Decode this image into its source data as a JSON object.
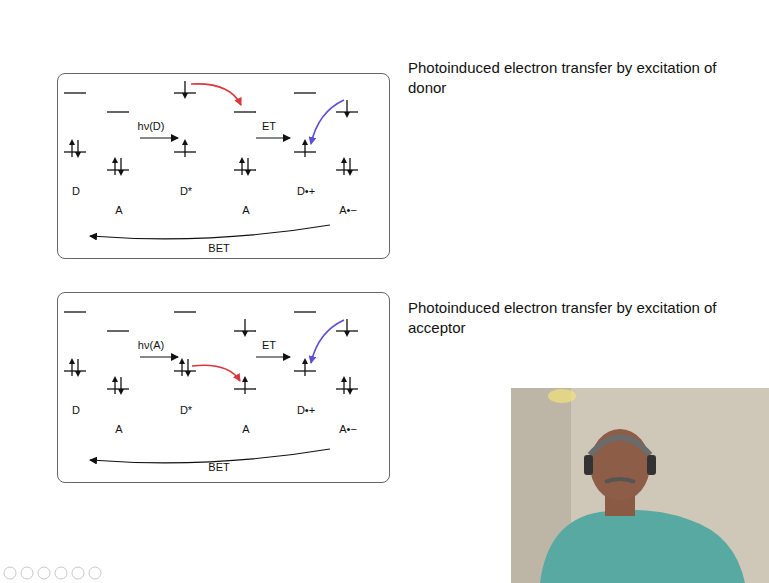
{
  "diagram": {
    "nodes": [
      {
        "text": [
          "hν(D)",
          "ET",
          "D",
          "A",
          "D*",
          "A",
          "D•+",
          "A•−",
          "BET"
        ]
      },
      {
        "text": [
          "hν(A)",
          "ET",
          "D",
          "A",
          "D*",
          "A",
          "D•+",
          "A•−",
          "BET"
        ]
      }
    ],
    "labels": [
      "Photoinduced electron transfer by excitation of donor",
      "Photoinduced electron transfer by excitation of acceptor"
    ]
  }
}
